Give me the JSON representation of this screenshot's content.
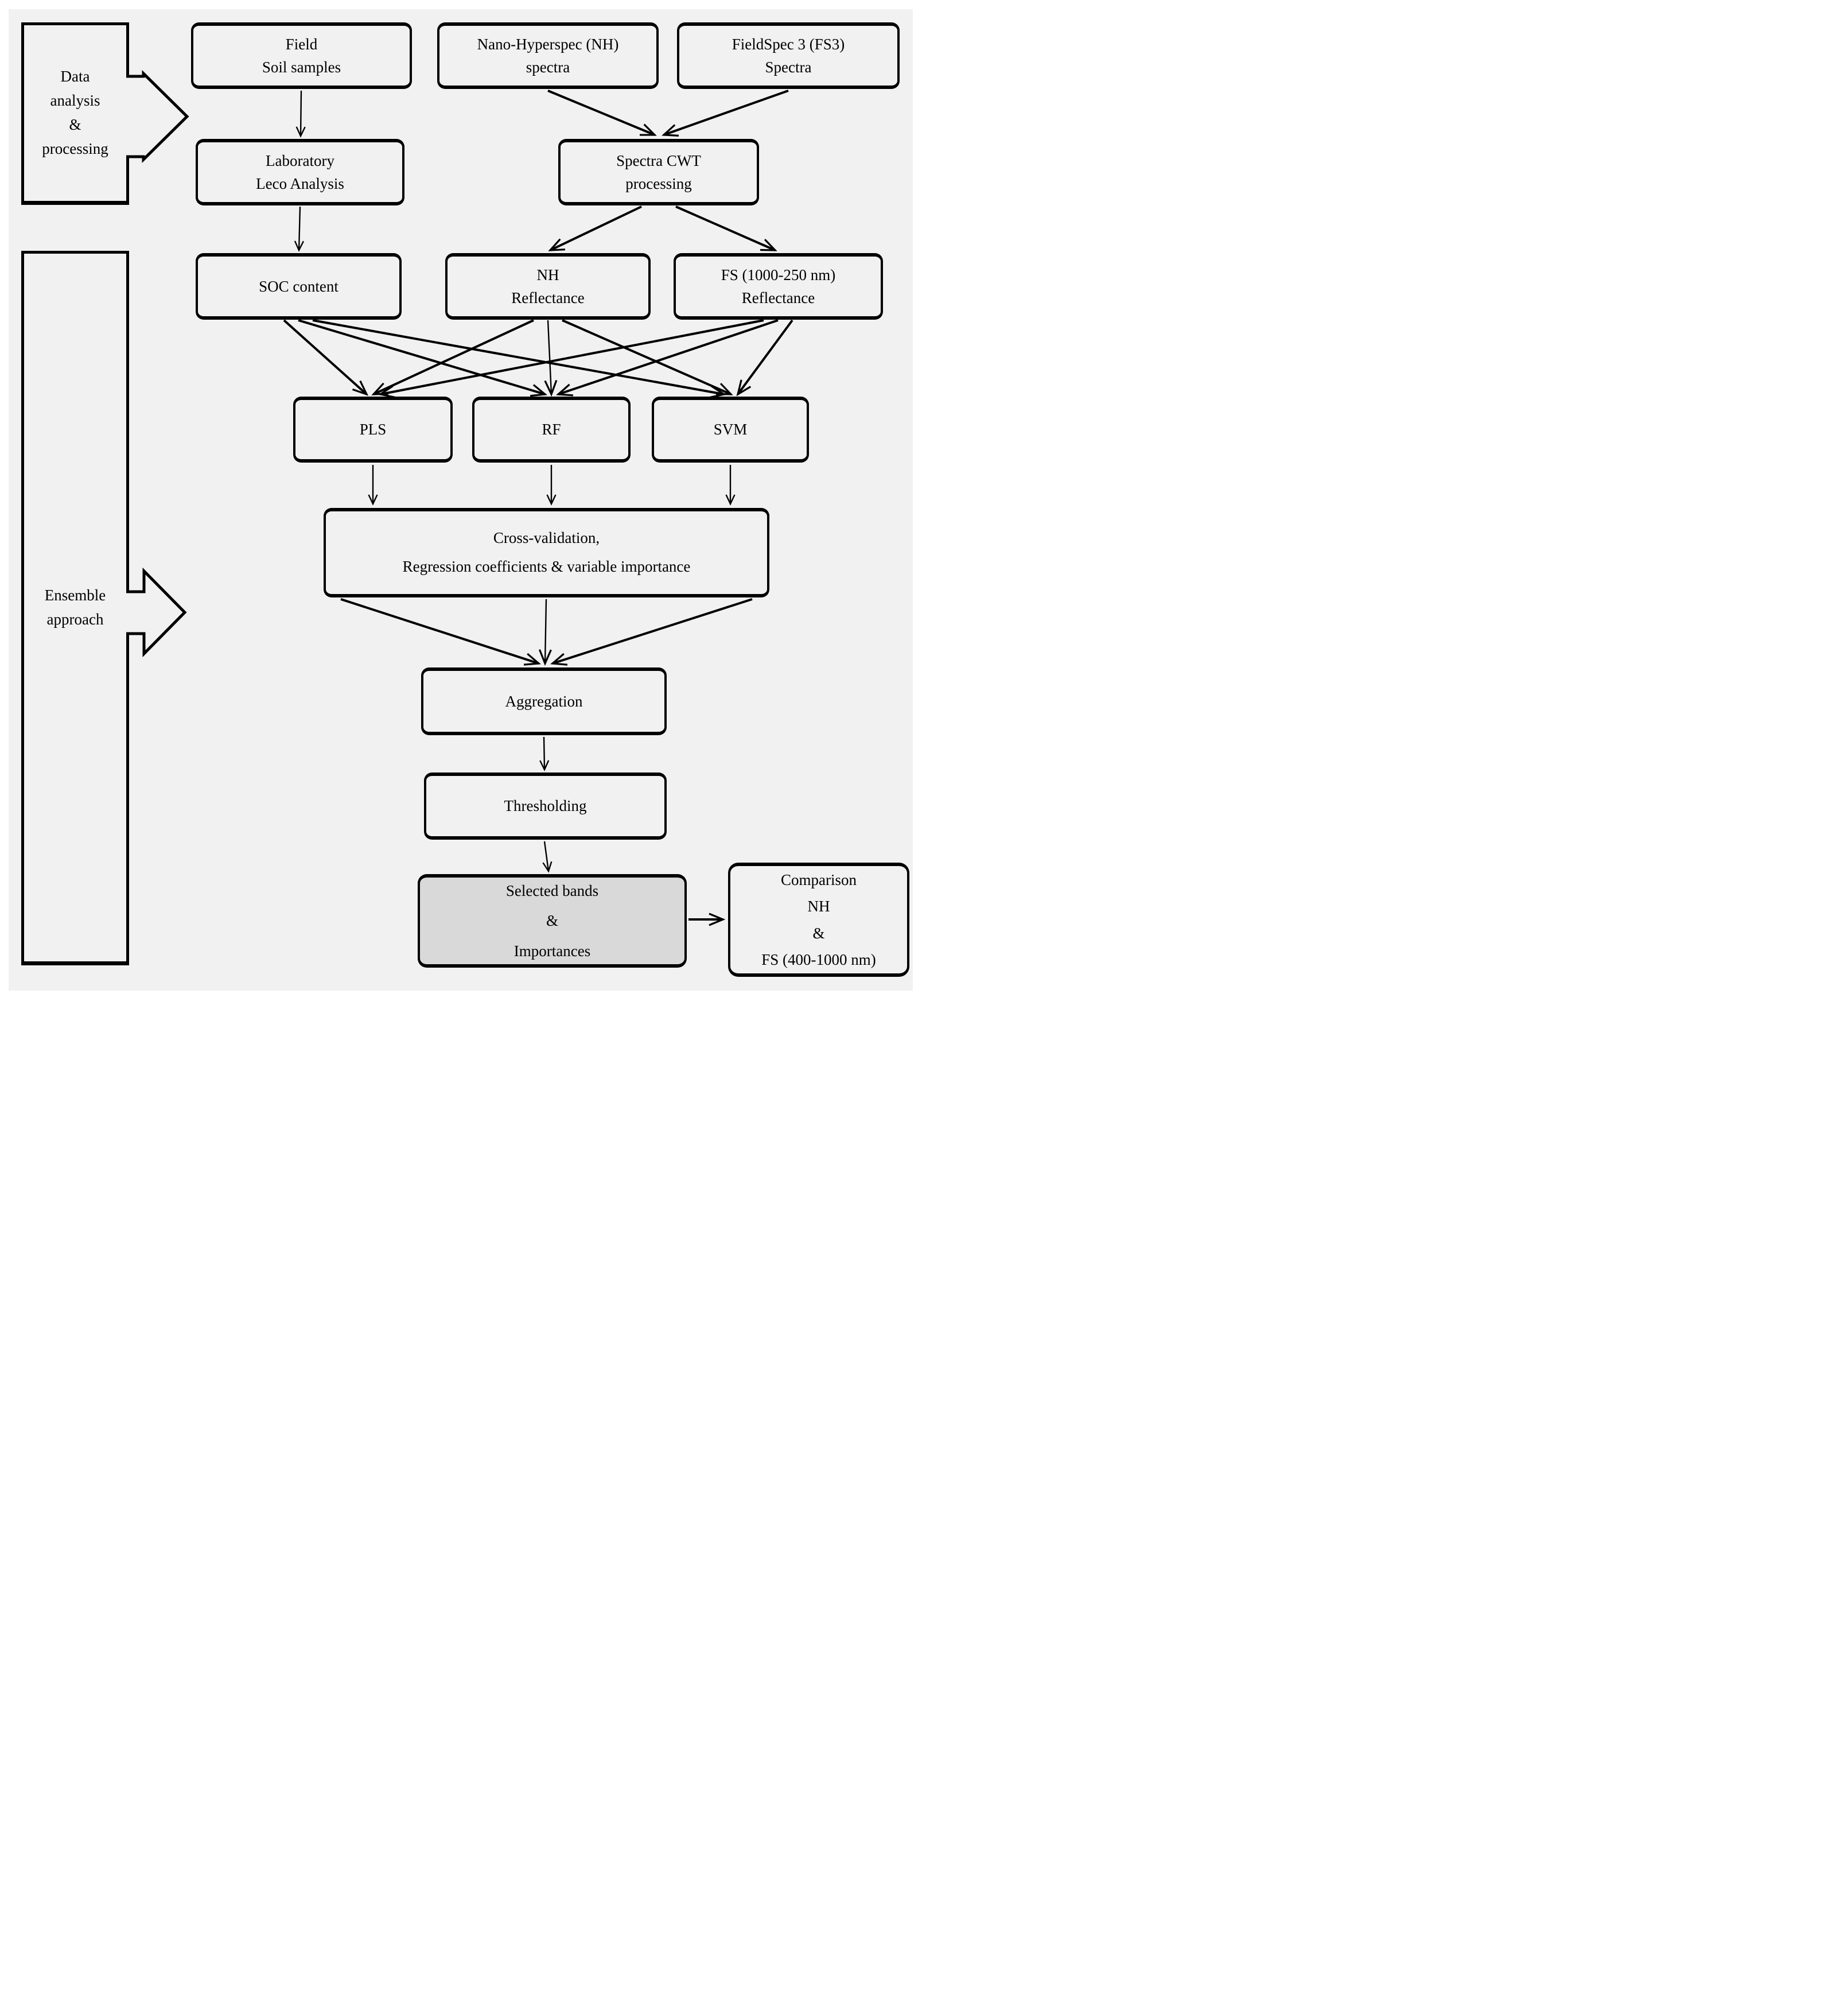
{
  "diagram_type": "flowchart",
  "colors": {
    "page_bg": "#ffffff",
    "canvas_bg": "#f1f1f2",
    "node_fill": "#f1f1f2",
    "highlight_fill": "#d9d9d9",
    "line": "#000000"
  },
  "stage_labels": {
    "data_analysis": "Data\nanalysis\n&\nprocessing",
    "ensemble": "Ensemble\napproach"
  },
  "nodes": {
    "field": "Field\nSoil samples",
    "nano": "Nano-Hyperspec (NH)\nspectra",
    "fs3": "FieldSpec 3 (FS3)\nSpectra",
    "lab": "Laboratory\nLeco Analysis",
    "cwt": "Spectra CWT\nprocessing",
    "soc": "SOC content",
    "nh_reflectance": "NH\nReflectance",
    "fs_reflectance": "FS (1000-250 nm)\nReflectance",
    "pls": "PLS",
    "rf": "RF",
    "svm": "SVM",
    "cross_validation": "Cross-validation,\nRegression coefficients & variable importance",
    "aggregation": "Aggregation",
    "thresholding": "Thresholding",
    "selected_bands": "Selected bands\n&\nImportances",
    "comparison": "Comparison\nNH\n&\nFS (400-1000 nm)"
  },
  "edges": [
    "field->lab",
    "nano->cwt",
    "fs3->cwt",
    "lab->soc",
    "cwt->nh_reflectance",
    "cwt->fs_reflectance",
    "soc->pls",
    "soc->rf",
    "soc->svm",
    "nh_reflectance->pls",
    "nh_reflectance->rf",
    "nh_reflectance->svm",
    "fs_reflectance->pls",
    "fs_reflectance->rf",
    "fs_reflectance->svm",
    "pls->cross_validation",
    "rf->cross_validation",
    "svm->cross_validation",
    "cross_validation->aggregation",
    "aggregation->thresholding",
    "thresholding->selected_bands",
    "selected_bands->comparison"
  ]
}
